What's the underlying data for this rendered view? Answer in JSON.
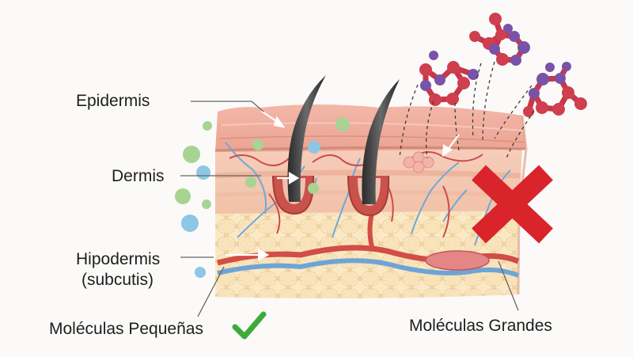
{
  "labels": {
    "epidermis": "Epidermis",
    "dermis": "Dermis",
    "hypodermis": "Hipodermis",
    "subcutis": "(subcutis)",
    "small_molecules": "Moléculas Pequeñas",
    "large_molecules": "Moléculas Grandes"
  },
  "colors": {
    "small_molecule_green": "#9fd08a",
    "small_molecule_blue": "#8ec6e6",
    "large_molecule_red": "#cf3f4e",
    "large_molecule_purple": "#7a52a8",
    "check_green": "#3daa3a",
    "cross_red": "#d9242b"
  },
  "icons": {
    "pass": "check-mark-icon",
    "block": "cross-mark-icon"
  }
}
